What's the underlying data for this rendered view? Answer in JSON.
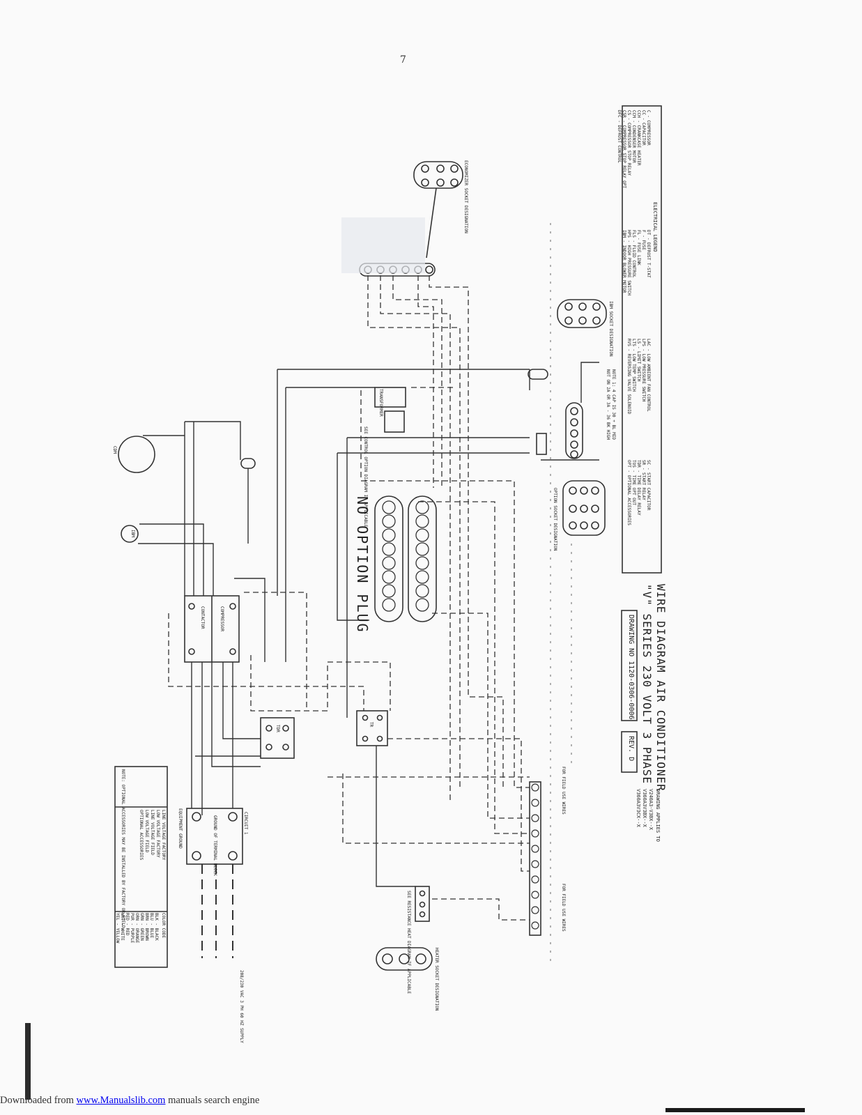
{
  "page_number": "7",
  "title": {
    "line1": "WIRE DIAGRAM AIR CONDITIONER",
    "line2": "\"V\" SERIES 230 VOLT 3 PHASE",
    "drawing_no": "DRAWING NO 1120-0306-0006",
    "rev": "REV. D"
  },
  "drawing_applies_to": {
    "heading": "DRAWING APPLIES TO",
    "models": [
      "V240A3-V3BX--X",
      "V360A3V3BX--X",
      "V360A3V3CX--X"
    ]
  },
  "electrical_legend": {
    "heading": "ELECTRICAL LEGEND",
    "col1": [
      "C    - COMPRESSOR",
      "CC   - CAPACITOR",
      "CCH  - CRANKCASE HEATER",
      "CCM  - CONDENSER MOTOR",
      "CS   - COMPRESSOR STOP RELAY",
      "CSR  - COMPRESSOR STOP RELAY OPT",
      "DFC  - DEFROST CONTROL"
    ],
    "col2": [
      "DT   - DEFROST T-STAT",
      "F    - FUSE",
      "FL   - FUSE LINK",
      "FLS  - FLUID CONTROL",
      "HPS  - HIGH PRESSURE SWITCH",
      "IBM  - INDOOR BLOWER MOTOR"
    ],
    "col3": [
      "LAC  - LOW AMBIENT FAN CONTROL",
      "LPS  - LOW PRESSURE SWITCH",
      "LS   - LIMIT SWITCH",
      "LTS  - LOW TEMP SWITCH",
      "RVS  - REVERSING VALVE SOLENOID"
    ],
    "col4": [
      "SC   - START CAPACITOR",
      "SR   - START RELAY",
      "TDR  - TIME DELAY RELAY",
      "TOS  - TIME OPT OUT",
      "OPT  - OPTIONAL ACCESSORIES"
    ]
  },
  "color_code": {
    "heading": "COLOR CODE",
    "rows": [
      "BLK - BLACK",
      "BLU - BLUE",
      "BRN - BROWN",
      "GRN - GREEN",
      "ORN - ORANGE",
      "PUR - PURPLE",
      "RED - RED",
      "WHT - WHITE",
      "YEL - YELLOW"
    ],
    "notes": [
      "LINE VOLTAGE FACTORY",
      "LOW VOLTAGE FACTORY",
      "LINE VOLTAGE FIELD",
      "LOW VOLTAGE FIELD",
      "OPTIONAL ACCESSORIES",
      "NOTE: OPTIONAL ACCESSORIES MAY BE INSTALLED BY FACTORY OR FIELD"
    ]
  },
  "labels": {
    "no_option_plug": "NO OPTION PLUG",
    "see_control": "SEE CONTROL OPTION DIAGRAM IF APPLICABLE",
    "option_socket": "OPTION SOCKET DESIGNATION",
    "ibm_socket": "IBM SOCKET DESIGNATION",
    "economizer_socket": "ECONOMIZER SOCKET DESIGNATION",
    "heater_socket": "HEATER SOCKET DESIGNATION",
    "see_heater": "SEE RESISTANCE HEAT DIAGRAM IF APPLICABLE",
    "compressor": "COMPRESSOR",
    "contactor": "CONTACTOR",
    "transformer": "TRANSFORMER",
    "circuit": "CIRCUIT 1",
    "equipment_ground": "EQUIPMENT GROUND",
    "terminal_block": "GROUND OF TERMINAL BLOCK",
    "supply": "208/230 VAC 3 PH 60 HZ SUPPLY",
    "note_1": "NOTE 1: 4 CAP IS 30 + BL MID",
    "note_1b": "NOT ON 2A OR 3A - 36 BK HIGH",
    "for_field": "FOR FIELD USE WIRES",
    "for_field2": "FOR FIELD USE WIRES",
    "cdm": "CDM",
    "ibm": "IBM",
    "tr": "TR",
    "tdr": "TDR"
  },
  "footer": {
    "prefix": "Downloaded from",
    "link": "www.Manualslib.com",
    "suffix": "manuals search engine"
  }
}
